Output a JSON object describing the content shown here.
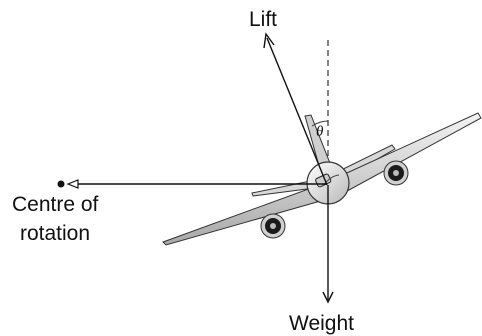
{
  "labels": {
    "lift": "Lift",
    "weight": "Weight",
    "centre_line1": "Centre of",
    "centre_line2": "rotation",
    "angle": "θ"
  },
  "colors": {
    "line": "#111111",
    "aircraft_fill": "#e6e6e6",
    "aircraft_dark": "#8a8a8a",
    "engine": "#1a1a1a"
  }
}
